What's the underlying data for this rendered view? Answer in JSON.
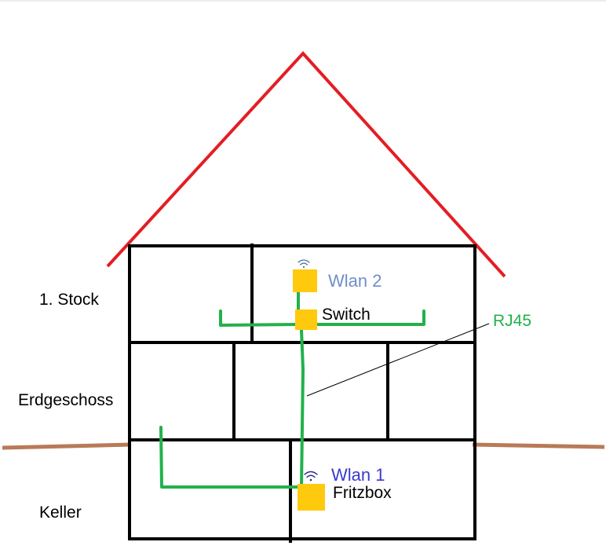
{
  "colors": {
    "roof": "#e31e24",
    "walls": "#000000",
    "ground": "#b97a57",
    "cable": "#22b14c",
    "device": "#ffc90e",
    "wlan1_text": "#3a3ad0",
    "wlan2_text": "#6f8fc7",
    "rj45_text": "#22b14c"
  },
  "floors": {
    "upper": "1. Stock",
    "ground": "Erdgeschoss",
    "basement": "Keller"
  },
  "devices": {
    "wlan2": "Wlan 2",
    "switch": "Switch",
    "wlan1": "Wlan 1",
    "fritzbox": "Fritzbox"
  },
  "cable_label": "RJ45",
  "icons": {
    "wifi": "wifi-icon"
  }
}
